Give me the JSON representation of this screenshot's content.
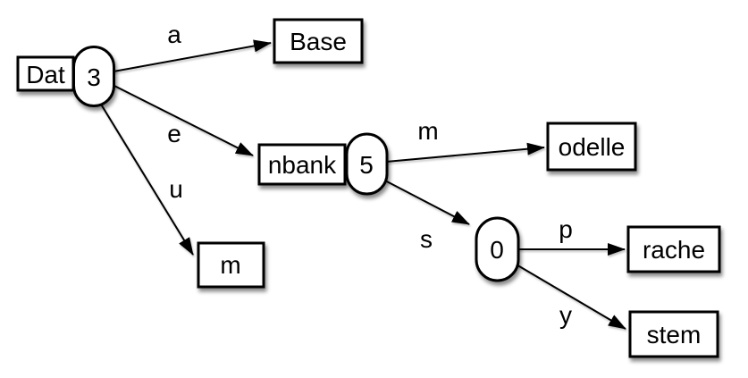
{
  "diagram": {
    "type": "radix-trie",
    "colors": {
      "stroke": "#000000",
      "node_fill": "#ffffff",
      "background": "#ffffff",
      "shadow": "rgba(0,0,0,0.45)"
    },
    "nodes": {
      "dat": {
        "label": "Dat",
        "count": "3"
      },
      "base": {
        "label": "Base"
      },
      "nbank": {
        "label": "nbank",
        "count": "5"
      },
      "m": {
        "label": "m"
      },
      "odelle": {
        "label": "odelle"
      },
      "zero": {
        "count": "0"
      },
      "rache": {
        "label": "rache"
      },
      "stem": {
        "label": "stem"
      }
    },
    "edges": {
      "dat_base": {
        "label": "a"
      },
      "dat_nbank": {
        "label": "e"
      },
      "dat_m": {
        "label": "u"
      },
      "nbank_odelle": {
        "label": "m"
      },
      "nbank_zero": {
        "label": "s"
      },
      "zero_rache": {
        "label": "p"
      },
      "zero_stem": {
        "label": "y"
      }
    }
  }
}
